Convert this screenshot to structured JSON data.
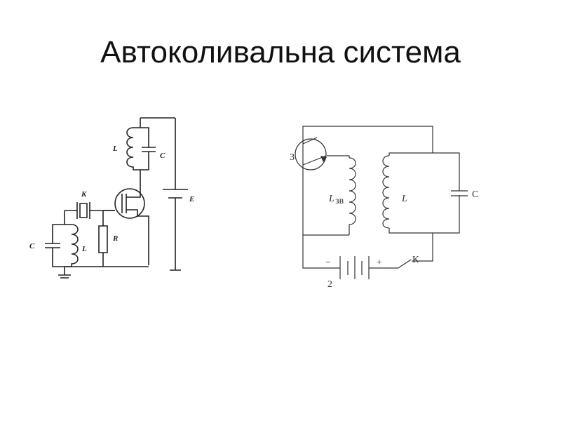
{
  "slide": {
    "title": "Автоколивальна система"
  },
  "left_circuit": {
    "labels": {
      "L_top": "L",
      "C_top": "C",
      "E": "E",
      "K": "K",
      "R": "R",
      "C_bottom": "C",
      "L_bottom": "L"
    }
  },
  "right_circuit": {
    "labels": {
      "transistor": "3",
      "L_feedback_main": "L",
      "L_feedback_sub": "зв",
      "L_tank": "L",
      "C_tank": "C",
      "battery_minus": "−",
      "battery_plus": "+",
      "battery": "2",
      "switch": "К"
    }
  }
}
